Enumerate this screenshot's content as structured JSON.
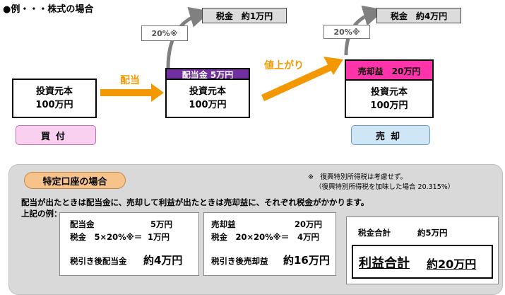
{
  "heading": "●例・・・株式の場合",
  "boxes": {
    "buy": {
      "line1": "投資元本",
      "line2": "100万円"
    },
    "mid": {
      "header": "配当金 5万円",
      "line1": "投資元本",
      "line2": "100万円"
    },
    "sell": {
      "header": "売却益　20万円",
      "line1": "投資元本",
      "line2": "100万円"
    }
  },
  "arrows": {
    "dividend_label": "配当",
    "rise_label": "値上がり"
  },
  "tax_top_left": {
    "rate": "20%※",
    "tax": "税金　約1万円"
  },
  "tax_top_right": {
    "rate": "20%※",
    "tax": "税金　約4万円"
  },
  "chips": {
    "buy": "買付",
    "sell": "売却"
  },
  "panel": {
    "title": "特定口座の場合",
    "note1": "※　復興特別所得税は考慮せず。",
    "note2": "（復興特別所得税を加味した場合 20.315%）",
    "description": "配当が出たときは配当金に、売却して利益が出たときは売却益に、それぞれ税金がかかります。",
    "example_label": "上記の例："
  },
  "calc_left": {
    "row1_label": "配当金",
    "row1_value": "5万円",
    "row2_label": "税金　5×20%※＝",
    "row2_value": "1万円",
    "result_label": "税引き後配当金",
    "result_value": "約4万円"
  },
  "calc_right": {
    "row1_label": "売却益",
    "row1_value": "20万円",
    "row2_label": "税金　20×20%※＝",
    "row2_value": "4万円",
    "result_label": "税引き後売却益",
    "result_value": "約16万円"
  },
  "totals": {
    "tax_label": "税金合計",
    "tax_value": "約5万円",
    "profit_label": "利益合計",
    "profit_value": "約20万円"
  },
  "colors": {
    "accent_orange": "#f39800",
    "purple_header": "#7030a0",
    "pink_header": "#ff33aa",
    "chip_buy": "#f9d0f0",
    "chip_sell": "#cfe6f7"
  }
}
